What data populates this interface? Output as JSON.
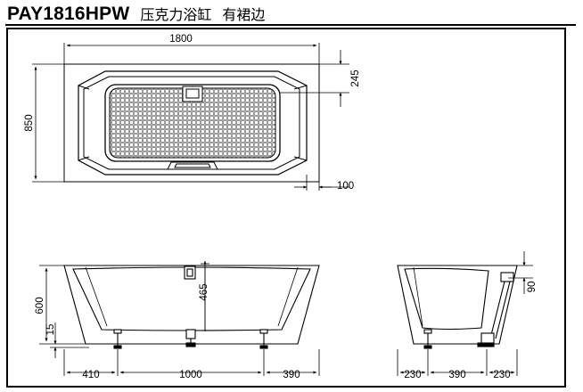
{
  "header": {
    "model": "PAY1816HPW",
    "description": "压克力浴缸",
    "variant": "有裙边"
  },
  "dimensions": {
    "top_length": "1800",
    "top_width": "850",
    "top_drain_offset": "245",
    "top_skirt": "100",
    "side_height": "600",
    "side_overflow_height": "465",
    "side_foot_height": "15",
    "side_left_leg": "410",
    "side_mid_legs": "1000",
    "side_right_leg": "390",
    "end_top_drop": "90",
    "end_left": "230",
    "end_mid": "390",
    "end_right": "230"
  }
}
